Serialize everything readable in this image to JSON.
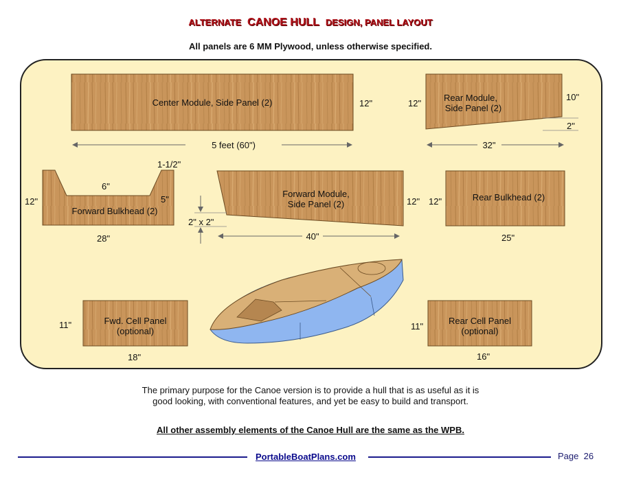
{
  "title": {
    "prefix": "ALTERNATE",
    "main": "CANOE HULL",
    "suffix": "DESIGN,  PANEL LAYOUT"
  },
  "subtitle": "All panels are 6 MM Plywood, unless otherwise specified.",
  "panels": {
    "center_side": {
      "label": "Center Module, Side Panel (2)",
      "height": "12\"",
      "length": "5 feet (60\")"
    },
    "rear_side": {
      "label_line1": "Rear Module,",
      "label_line2": "Side Panel (2)",
      "left_height": "12\"",
      "right_height": "10\"",
      "drop": "2\"",
      "length": "32\""
    },
    "forward_bulkhead": {
      "label": "Forward Bulkhead (2)",
      "height": "12\"",
      "top_width": "6\"",
      "notch_depth": "5\"",
      "shoulder": "1-1/2\"",
      "width": "28\""
    },
    "forward_side": {
      "label_line1": "Forward Module,",
      "label_line2": "Side Panel (2)",
      "height": "12\"",
      "cut": "2\" x 2\"",
      "length": "40\""
    },
    "rear_bulkhead": {
      "label": "Rear Bulkhead (2)",
      "height": "12\"",
      "width": "25\""
    },
    "fwd_cell": {
      "label_line1": "Fwd. Cell Panel",
      "label_line2": "(optional)",
      "height": "11\"",
      "width": "18\""
    },
    "rear_cell": {
      "label_line1": "Rear Cell Panel",
      "label_line2": "(optional)",
      "height": "11\"",
      "width": "16\""
    }
  },
  "paragraph": {
    "line1": "The primary purpose for the Canoe version is to provide a hull that is as useful as it is",
    "line2": "good looking, with conventional features, and yet be easy to build and transport."
  },
  "note": "All other assembly elements of the Canoe Hull are the same as the WPB.",
  "footer": {
    "link": "PortableBoatPlans.com",
    "page_label": "Page",
    "page_number": "26"
  },
  "colors": {
    "title": "#b0121a",
    "wood": "#c9955b",
    "background": "#fdf2c2",
    "hull_blue": "#8fb6f0",
    "footer_line": "#1a1a8c"
  }
}
